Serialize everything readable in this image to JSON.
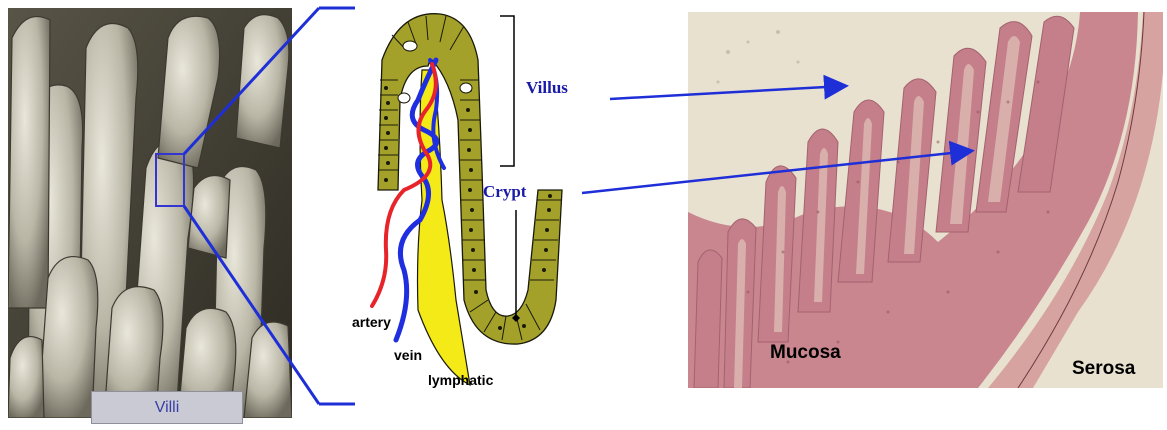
{
  "sem_panel": {
    "badge_label": "Villi"
  },
  "diagram": {
    "labels": {
      "villus": "Villus",
      "crypt": "Crypt",
      "artery": "artery",
      "vein": "vein",
      "lymphatic": "lymphatic"
    }
  },
  "histology": {
    "labels": {
      "mucosa": "Mucosa",
      "serosa": "Serosa"
    }
  },
  "colors": {
    "pointer_blue": "#1f2fd8",
    "artery_red": "#e8242b",
    "vein_blue": "#1f2fe0",
    "lymphatic_yellow": "#f3ea17",
    "epithelium_olive": "#a4a12a",
    "tissue_pink": "#c9868f",
    "background_beige": "#e8e1d0"
  }
}
